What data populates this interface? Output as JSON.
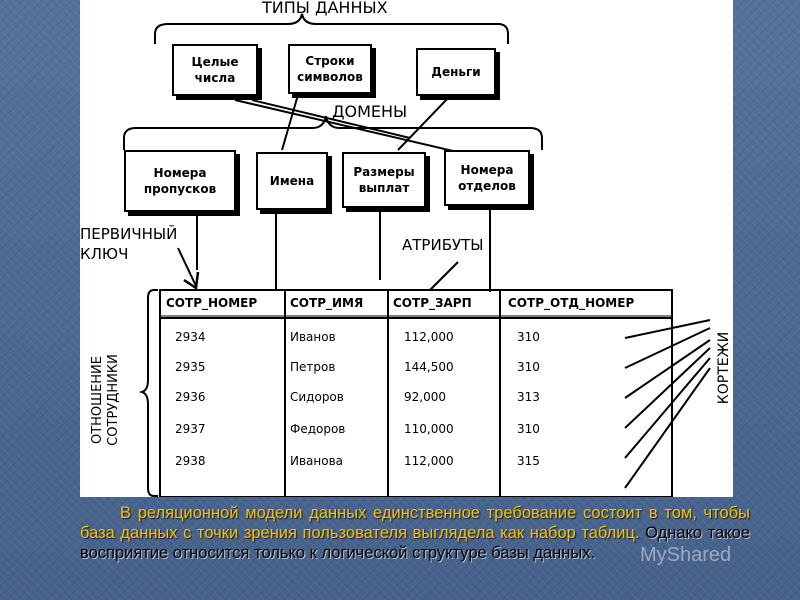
{
  "diagram": {
    "data_types_title": "ТИПЫ ДАННЫХ",
    "type_boxes": [
      "Целые\nчисла",
      "Строки\nсимволов",
      "Деньги"
    ],
    "domains_title": "ДОМЕНЫ",
    "domain_boxes": [
      "Номера\nпропусков",
      "Имена",
      "Размеры\nвыплат",
      "Номера\nотделов"
    ],
    "primary_key_label": "ПЕРВИЧНЫЙ\nКЛЮЧ",
    "attributes_label": "АТРИБУТЫ",
    "relation_label": "ОТНОШЕНИЕ\nСОТРУДНИКИ",
    "tuples_label": "КОРТЕЖИ",
    "table": {
      "headers": [
        "СОТР_НОМЕР",
        "СОТР_ИМЯ",
        "СОТР_ЗАРП",
        "СОТР_ОТД_НОМЕР"
      ],
      "rows": [
        [
          "2934",
          "Иванов",
          "112,000",
          "310"
        ],
        [
          "2935",
          "Петров",
          "144,500",
          "310"
        ],
        [
          "2936",
          "Сидоров",
          "92,000",
          "313"
        ],
        [
          "2937",
          "Федоров",
          "110,000",
          "310"
        ],
        [
          "2938",
          "Иванова",
          "112,000",
          "315"
        ]
      ]
    }
  },
  "caption": {
    "part1": "В реляционной модели данных единственное требование состоит в том, чтобы база данных с точки зрения пользователя выглядела как набор таблиц.",
    "part2": " Однако такое восприятие относится только к логической структуре базы данных."
  },
  "watermark": "MyShared",
  "colors": {
    "background": "#4d6a94",
    "caption_highlight": "#f5c400",
    "caption_text": "#000000"
  }
}
